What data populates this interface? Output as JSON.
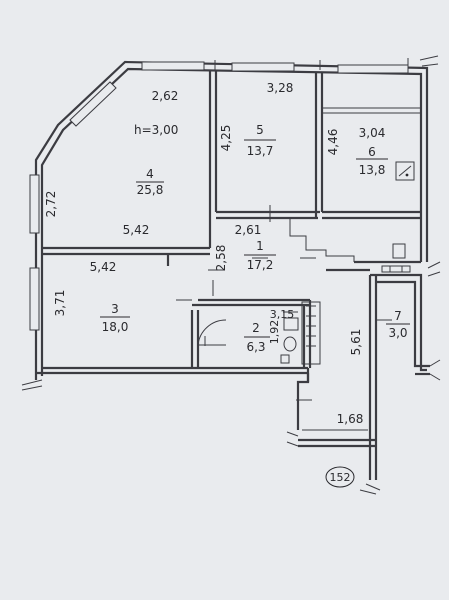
{
  "ceiling_height": "h=3,00",
  "rooms": [
    {
      "id": "r4",
      "number": "4",
      "area": "25,8",
      "dims": [
        "2,62",
        "2,72",
        "5,42"
      ]
    },
    {
      "id": "r5",
      "number": "5",
      "area": "13,7",
      "dims": [
        "3,28",
        "4,25"
      ]
    },
    {
      "id": "r6",
      "number": "6",
      "area": "13,8",
      "dims": [
        "3,04",
        "4,46"
      ]
    },
    {
      "id": "r1",
      "number": "1",
      "area": "17,2",
      "dims": [
        "2,61",
        "2,58"
      ]
    },
    {
      "id": "r3",
      "number": "3",
      "area": "18,0",
      "dims": [
        "5,42",
        "3,71"
      ]
    },
    {
      "id": "r2",
      "number": "2",
      "area": "6,3",
      "dims": [
        "3,15",
        "1,92"
      ]
    },
    {
      "id": "r7",
      "number": "7",
      "area": "3,0",
      "dims": [
        "5,61"
      ]
    }
  ],
  "corridor_dim": "1,68",
  "sheet_number": "152",
  "colors": {
    "paper": "#e9ebee",
    "ink": "#2a2a2e",
    "wall": "#3c3c42"
  }
}
